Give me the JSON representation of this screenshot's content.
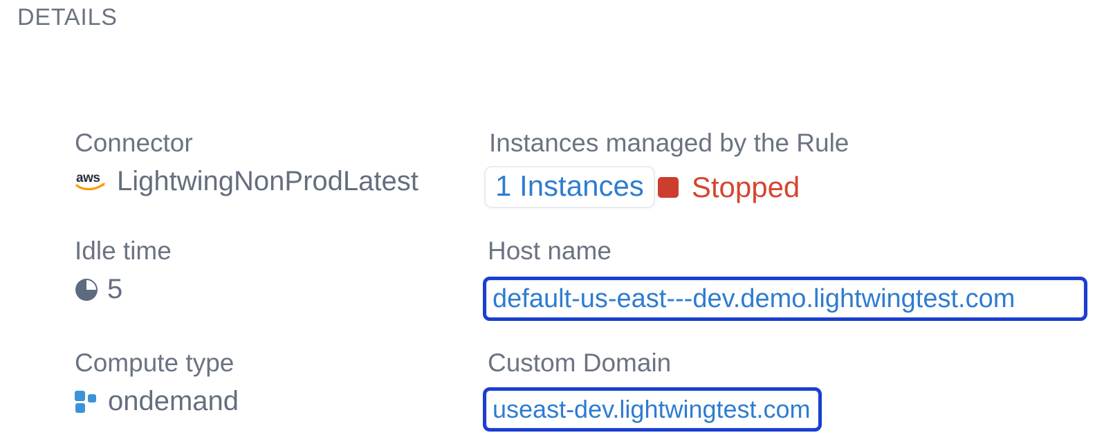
{
  "panel": {
    "title": "DETAILS"
  },
  "colors": {
    "label_gray": "#6b7382",
    "value_gray": "#646e7e",
    "link_blue": "#2e7cd0",
    "box_border_blue": "#1a3ed2",
    "status_red": "#d6452f",
    "status_square_red": "#cc3d2e",
    "chip_border": "#e9ebef",
    "aws_dark": "#252f3e",
    "aws_orange": "#ff9900",
    "idle_icon_slate": "#5d6b7e",
    "compute_icon_blue": "#3d92da"
  },
  "icons": {
    "connector": "aws-logo-icon",
    "idle_time": "pie-clock-icon",
    "compute_type": "compute-blocks-icon",
    "instances_status": "stopped-square-icon"
  },
  "fields": {
    "connector": {
      "label": "Connector",
      "value": "LightwingNonProdLatest"
    },
    "instances": {
      "label": "Instances managed by the Rule",
      "count": "1 Instances",
      "status": "Stopped"
    },
    "idle_time": {
      "label": "Idle time",
      "value": "5"
    },
    "host_name": {
      "label": "Host name",
      "value": "default-us-east---dev.demo.lightwingtest.com"
    },
    "compute_type": {
      "label": "Compute type",
      "value": "ondemand"
    },
    "custom_domain": {
      "label": "Custom Domain",
      "value": "useast-dev.lightwingtest.com"
    }
  }
}
